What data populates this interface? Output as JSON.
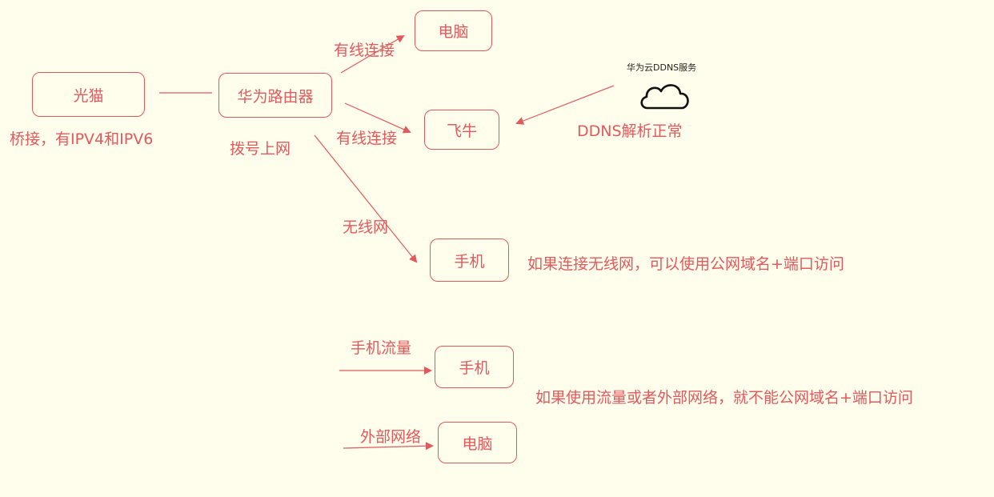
{
  "nodes": {
    "modem": "光猫",
    "router": "华为路由器",
    "pc_top": "电脑",
    "feiniu": "飞牛",
    "phone_wifi": "手机",
    "phone_cell": "手机",
    "pc_external": "电脑"
  },
  "labels": {
    "bridge_note": "桥接，有IPV4和IPV6",
    "dial_note": "拨号上网",
    "wired_top": "有线连接",
    "wired_feiniu": "有线连接",
    "wireless": "无线网",
    "cloud_title": "华为云DDNS服务",
    "ddns_status": "DDNS解析正常",
    "wifi_note": "如果连接无线网，可以使用公网域名+端口访问",
    "mobile_data": "手机流量",
    "external_network": "外部网络",
    "external_note": "如果使用流量或者外部网络，就不能公网域名+端口访问"
  },
  "colors": {
    "accent": "#e0595e",
    "background": "#fffdeb",
    "cloud_stroke": "#111111"
  },
  "icons": {
    "cloud": "cloud-icon"
  }
}
